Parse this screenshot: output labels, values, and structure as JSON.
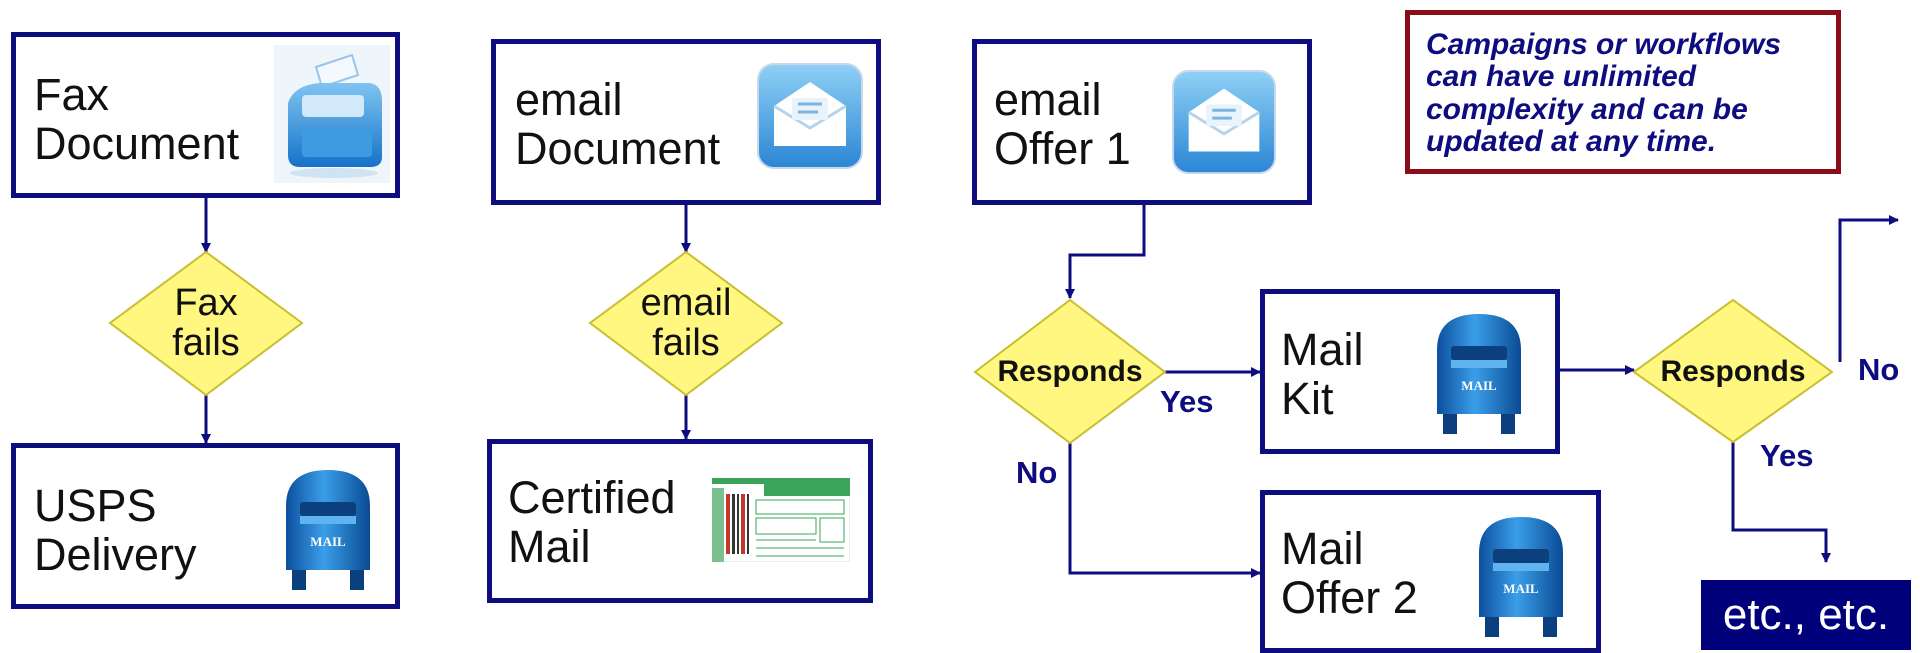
{
  "colors": {
    "box_border": "#0d0d80",
    "arrow": "#0d0d80",
    "decision_fill": "#fff780",
    "decision_stroke": "#c9bf2e",
    "note_border": "#8b0d1a",
    "note_text": "#0d0d80",
    "etc_background": "#00007a",
    "etc_text": "#ffffff"
  },
  "flows": {
    "fax": {
      "start": {
        "line1": "Fax",
        "line2": "Document",
        "icon": "fax-machine-icon"
      },
      "decision": {
        "line1": "Fax",
        "line2": "fails"
      },
      "end": {
        "line1": "USPS",
        "line2": "Delivery",
        "icon": "mailbox-icon",
        "icon_text": "MAIL"
      }
    },
    "email": {
      "start": {
        "line1": "email",
        "line2": "Document",
        "icon": "email-envelope-icon"
      },
      "decision": {
        "line1": "email",
        "line2": "fails"
      },
      "end": {
        "line1": "Certified",
        "line2": "Mail",
        "icon": "certified-mail-receipt-icon"
      }
    },
    "campaign": {
      "start": {
        "line1": "email",
        "line2": "Offer 1",
        "icon": "email-envelope-icon"
      },
      "decision1": {
        "label": "Responds",
        "yes_label": "Yes",
        "no_label": "No"
      },
      "mail_kit": {
        "line1": "Mail",
        "line2": "Kit",
        "icon": "mailbox-icon",
        "icon_text": "MAIL"
      },
      "mail_offer2": {
        "line1": "Mail",
        "line2": "Offer 2",
        "icon": "mailbox-icon",
        "icon_text": "MAIL"
      },
      "decision2": {
        "label": "Responds",
        "yes_label": "Yes",
        "no_label": "No"
      },
      "etc": "etc., etc."
    }
  },
  "note": {
    "line1": "Campaigns or workflows",
    "line2": "can have unlimited",
    "line3": "complexity and can be",
    "line4": "updated at any time."
  }
}
